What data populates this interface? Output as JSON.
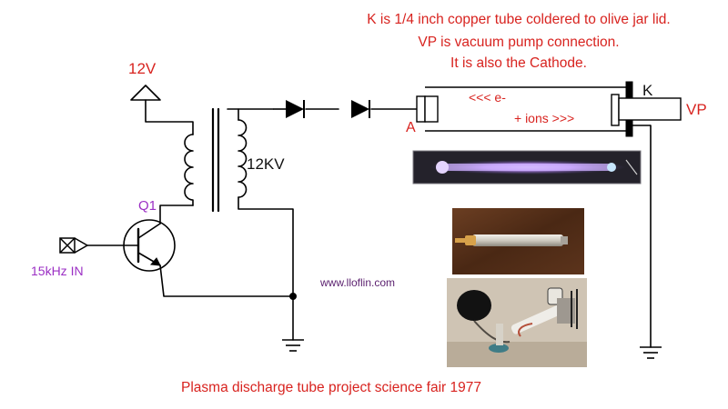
{
  "notes": [
    "K is 1/4 inch copper tube coldered to olive jar lid.",
    "VP is vacuum pump connection.",
    "It is also the Cathode."
  ],
  "labels": {
    "supply": "12V",
    "high_voltage": "12KV",
    "transistor": "Q1",
    "input": "15kHz IN",
    "anode": "A",
    "cathode": "K",
    "vacuum_port": "VP",
    "electrons": "<<< e-",
    "ions": "+ ions >>>",
    "website": "www.lloflin.com"
  },
  "caption": "Plasma discharge tube project science fair 1977",
  "colors": {
    "annotation": "#d8231f",
    "input_label": "#9b2fc4",
    "wire": "#000000",
    "plasma_glow": "#b98cf0"
  }
}
